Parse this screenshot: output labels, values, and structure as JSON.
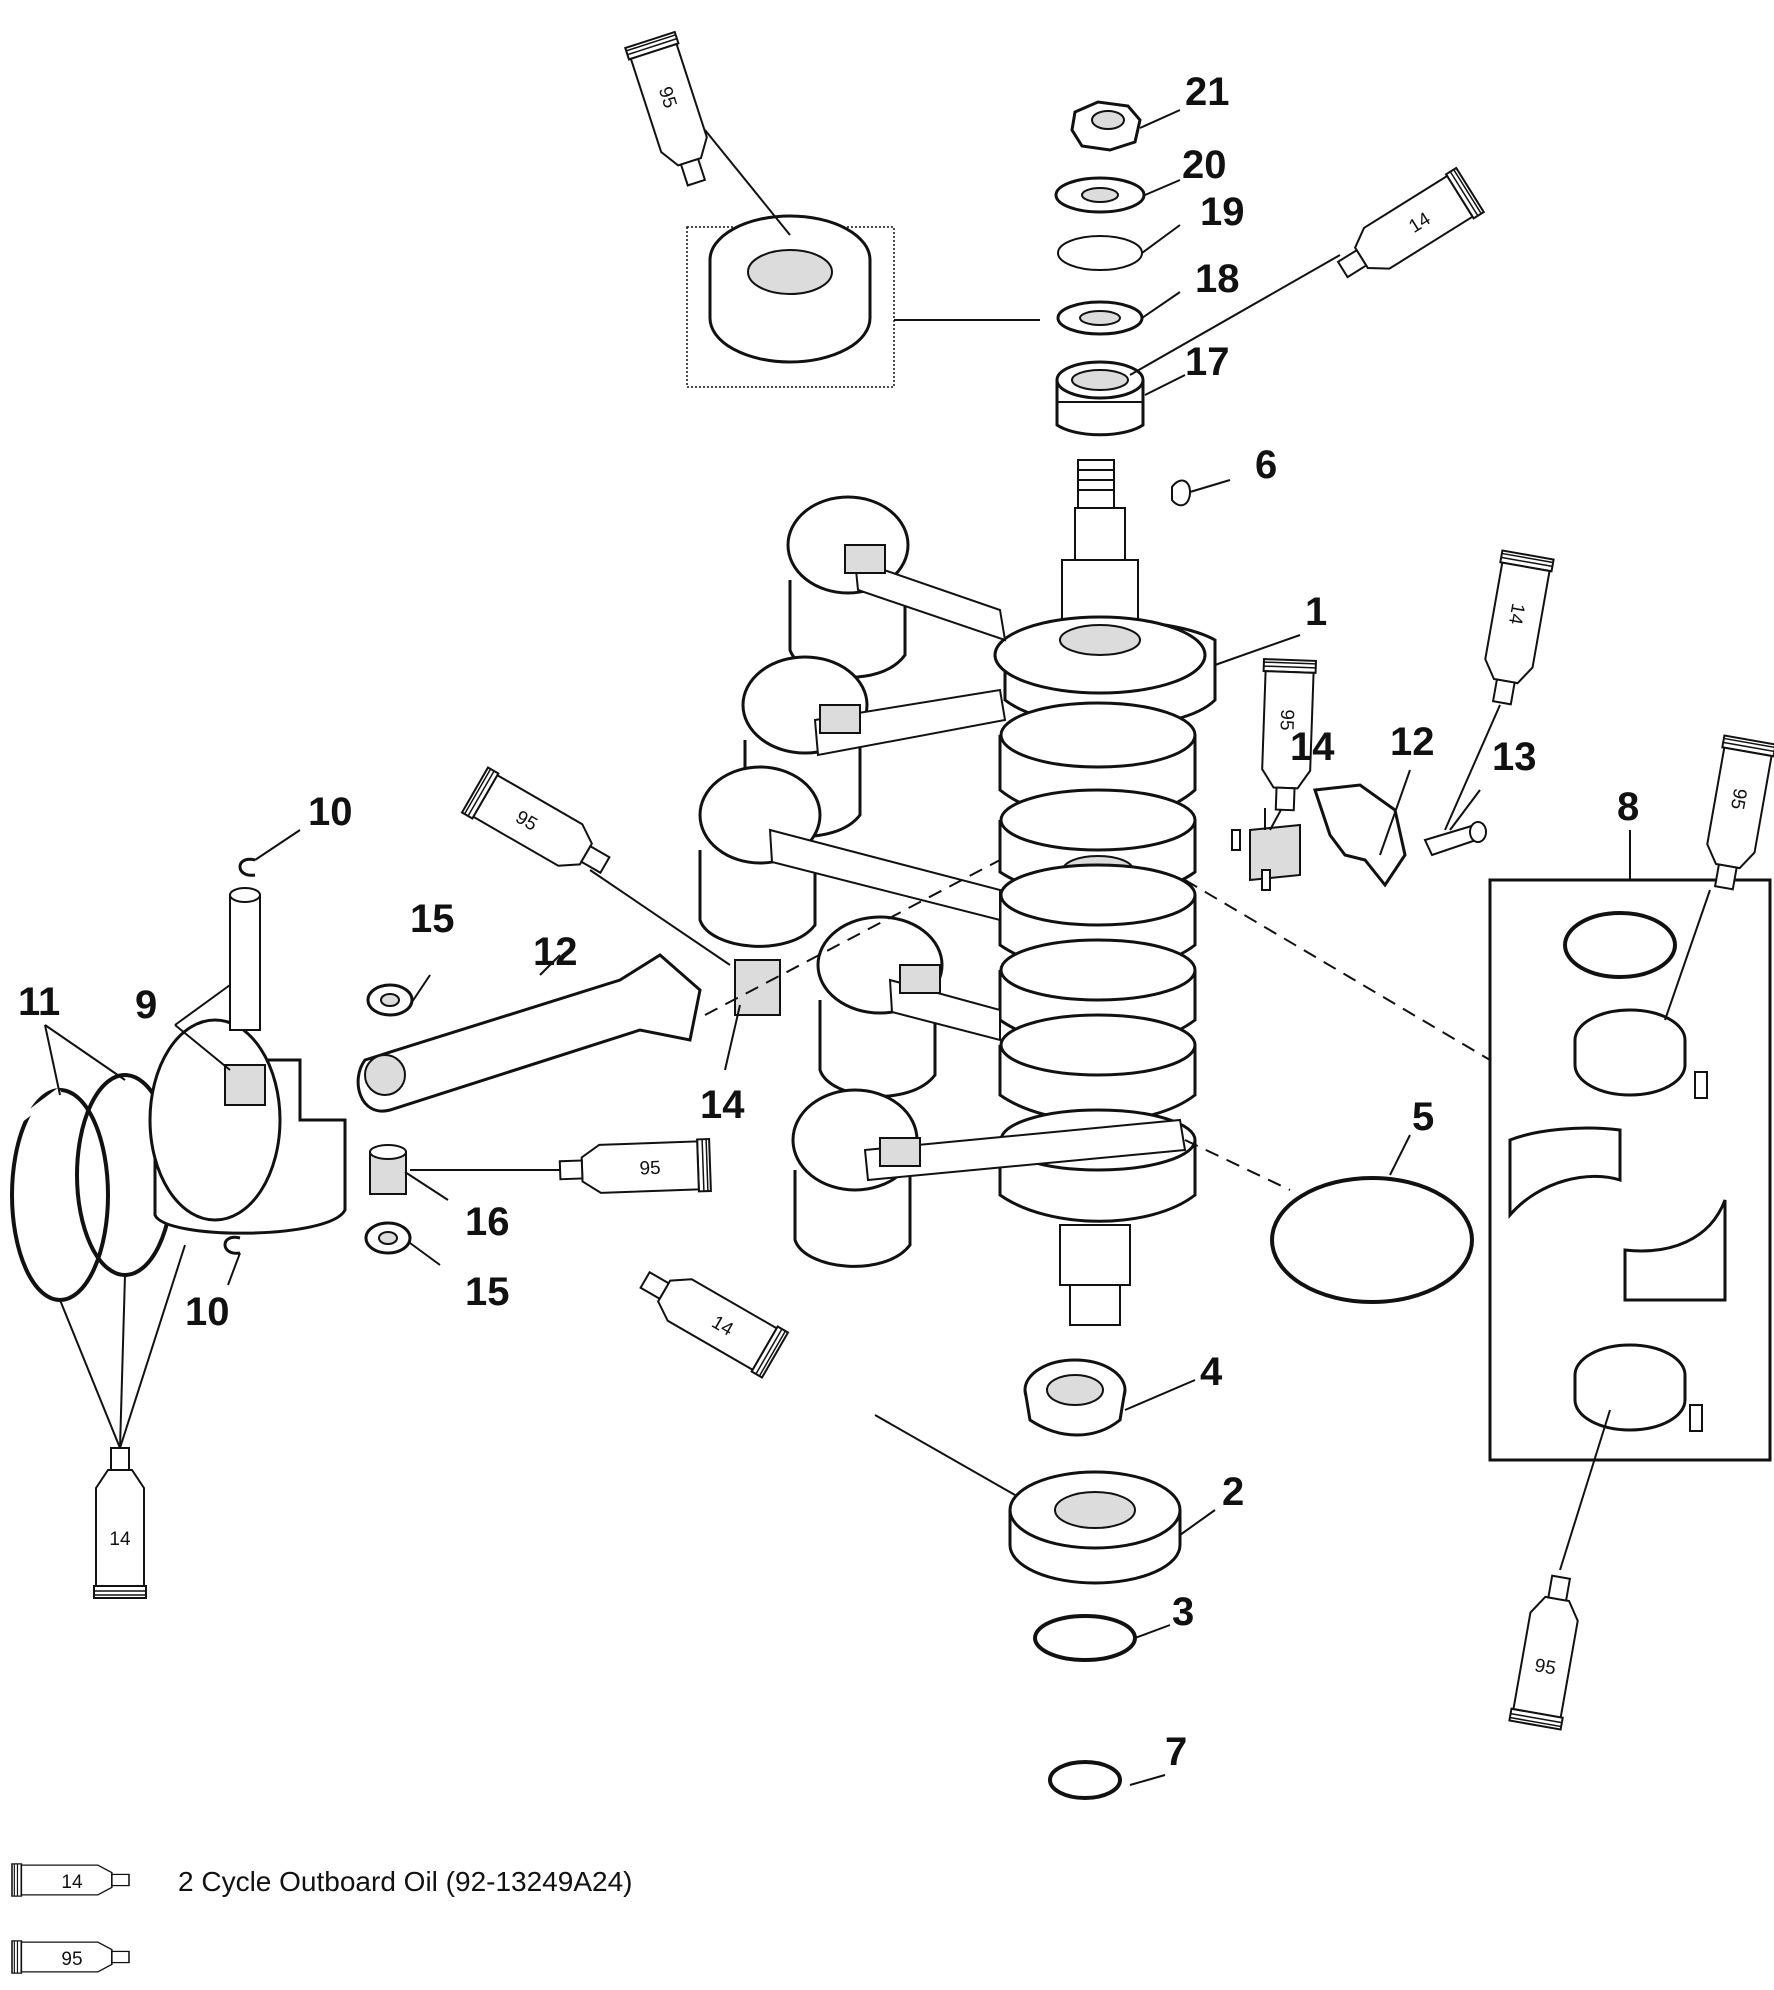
{
  "callouts": {
    "c1": "1",
    "c2": "2",
    "c3": "3",
    "c4": "4",
    "c5": "5",
    "c6": "6",
    "c7": "7",
    "c8": "8",
    "c9": "9",
    "c10a": "10",
    "c10b": "10",
    "c11": "11",
    "c12a": "12",
    "c12b": "12",
    "c13": "13",
    "c14a": "14",
    "c14b": "14",
    "c15a": "15",
    "c15b": "15",
    "c16": "16",
    "c17": "17",
    "c18": "18",
    "c19": "19",
    "c20": "20",
    "c21": "21"
  },
  "tubes": {
    "t_top95": "95",
    "t_14_upper": "14",
    "t_95_rod": "95",
    "t_95_small": "95",
    "t_14_mid": "14",
    "t_95_right": "95",
    "t_95_pin": "95",
    "t_14_bearing": "14",
    "t_14_rings": "14",
    "t_95_bottom": "95"
  },
  "legend": {
    "item1_code": "14",
    "item1_text": "2 Cycle Outboard Oil (92-13249A24)",
    "item2_code": "95"
  }
}
